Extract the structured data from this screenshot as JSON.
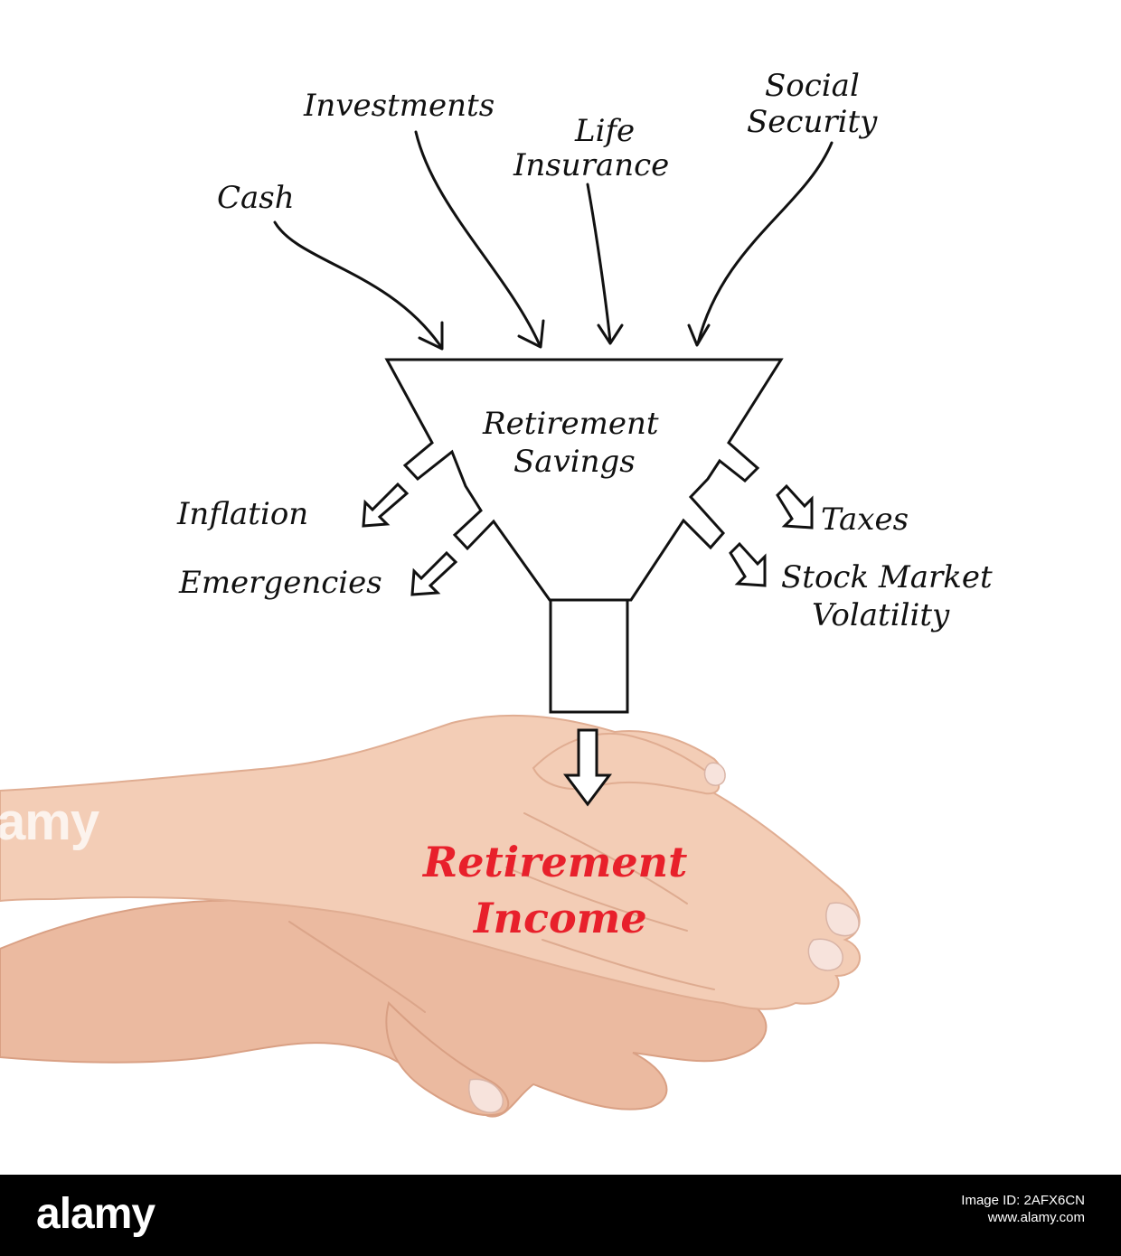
{
  "inputs": [
    {
      "id": "cash",
      "label": "Cash"
    },
    {
      "id": "investments",
      "label": "Investments"
    },
    {
      "id": "life-insurance",
      "line1": "Life",
      "line2": "Insurance"
    },
    {
      "id": "social-security",
      "line1": "Social",
      "line2": "Security"
    }
  ],
  "funnel": {
    "line1": "Retirement",
    "line2": "Savings"
  },
  "leaks_left": [
    "Inflation",
    "Emergencies"
  ],
  "leaks_right": {
    "taxes": "Taxes",
    "volatility_line1": "Stock Market",
    "volatility_line2": "Volatility"
  },
  "output": {
    "line1": "Retirement",
    "line2": "Income",
    "color": "#e8202b"
  },
  "watermark": {
    "left_fragment": "amy",
    "brand": "alamy",
    "image_id": "Image ID: 2AFX6CN",
    "site": "www.alamy.com"
  }
}
